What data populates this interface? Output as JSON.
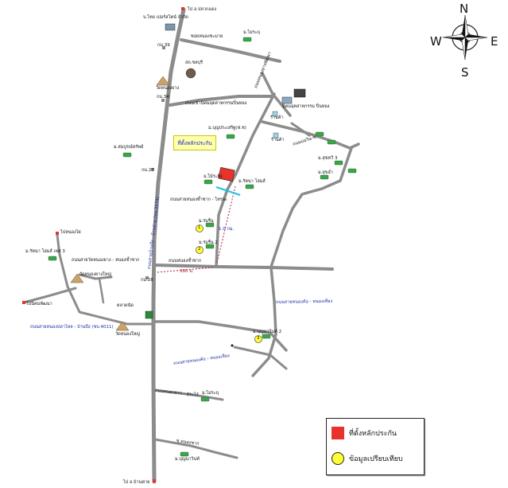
{
  "compass": {
    "north": "N",
    "south": "S",
    "east": "E",
    "west": "W"
  },
  "legend": {
    "site_label": "ที่ตั้งหลักประกัน",
    "comparison_label": "ข้อมูลเปรียบเทียบ",
    "colors": {
      "site": "#e8322b",
      "comparison": "#ffff33"
    }
  },
  "callout": "ที่ตั้งหลักประกัน",
  "labels": {
    "to_plaeng_yao": "ไป อ.ปลวกแดง",
    "factory_top": "บ.ไทย เปอร์สโตน์ จำกัด",
    "chon_rabiab": "ซอยหนองชะมาย",
    "mao_village_top": "ม.ไม่ระบุ",
    "pole_39": "กม.39",
    "pump_station": "สถ.ชลบุรี",
    "temple_top": "วัดหนองยาง",
    "pole_34": "กม.34",
    "rural_road": "ถนนเข้านิคมอุตสาหกรรมปิ่นทอง",
    "industrial_estate": "นิคมอุตสาหกรรม ปิ่นทอง",
    "road_diagonal": "ถนนหนองยางพัฒนา",
    "shop_1": "ร้านค้า",
    "shop_2": "ร้านค้า",
    "village_boon": "ม.บุญประเสริฐ(ฟ.ช)",
    "village_somboon": "ม.สมบูรณ์ทรัพย์",
    "village_south_road": "ถนนบ่อวิน-ซ.",
    "village_ruk": "ม.สุขทวี 3",
    "village_green": "ม.สุขอ่ำ",
    "pole_27": "กม.27",
    "village_maizi": "ม.ไม้ระยิ่ง",
    "village_nongkha": "ม.รัตนา โฮมส์",
    "soi_road": "ถนนสายหนองซ้ำซาก - ไทรจะ",
    "highway_vertical": "ถนนสายบ้านบึง - บ้านค่าย (ทล.3574)",
    "ref_1": "1",
    "village_ref1": "ม.ร่มรื่น",
    "ref_2": "2",
    "village_ref2": "ม.ร่มรื่น 2",
    "distance_vertical": "1.0 กม.",
    "distance_horizontal": "300 ม.",
    "road_nongkan": "ถนนหนองซ้ำซาก",
    "pole_28": "กม.28",
    "to_nongkhae": "ไปหนองไผ่",
    "village_rattana_left": "ม.รัตนา โฮมส์ เฟส 3",
    "road_left": "ถนนสายวัดหนองยาง - หนองซ้ำซาก",
    "temple_left": "วัดหนองยางใหญ่",
    "to_nikhom": "ไปนิคมพัฒนา",
    "police": "ตลาดนัด",
    "road_ban_bueng": "ถนนสายหนองปลาไหล - บ้านบึง (ชบ.4011)",
    "temple_bottom": "วัดหนองใหญ่",
    "road_nongkho": "ถนนสายหนองค้อ - หนองเหียง",
    "ref_3": "3",
    "village_ref3": "ม.บุญนาวินท์ 2",
    "road_nongkho_2": "ถนนสายหนองค้อ - หนองเหียง",
    "road_mao_bottom": "ถนนหนองชาก - สุระไว้",
    "village_mai": "ม.ไม่ระบุ",
    "road_last": "ซ.หนองชาก",
    "village_last": "ม.บุญนาวินท์",
    "to_bottom": "ไป อ.บ้านค่าย"
  }
}
